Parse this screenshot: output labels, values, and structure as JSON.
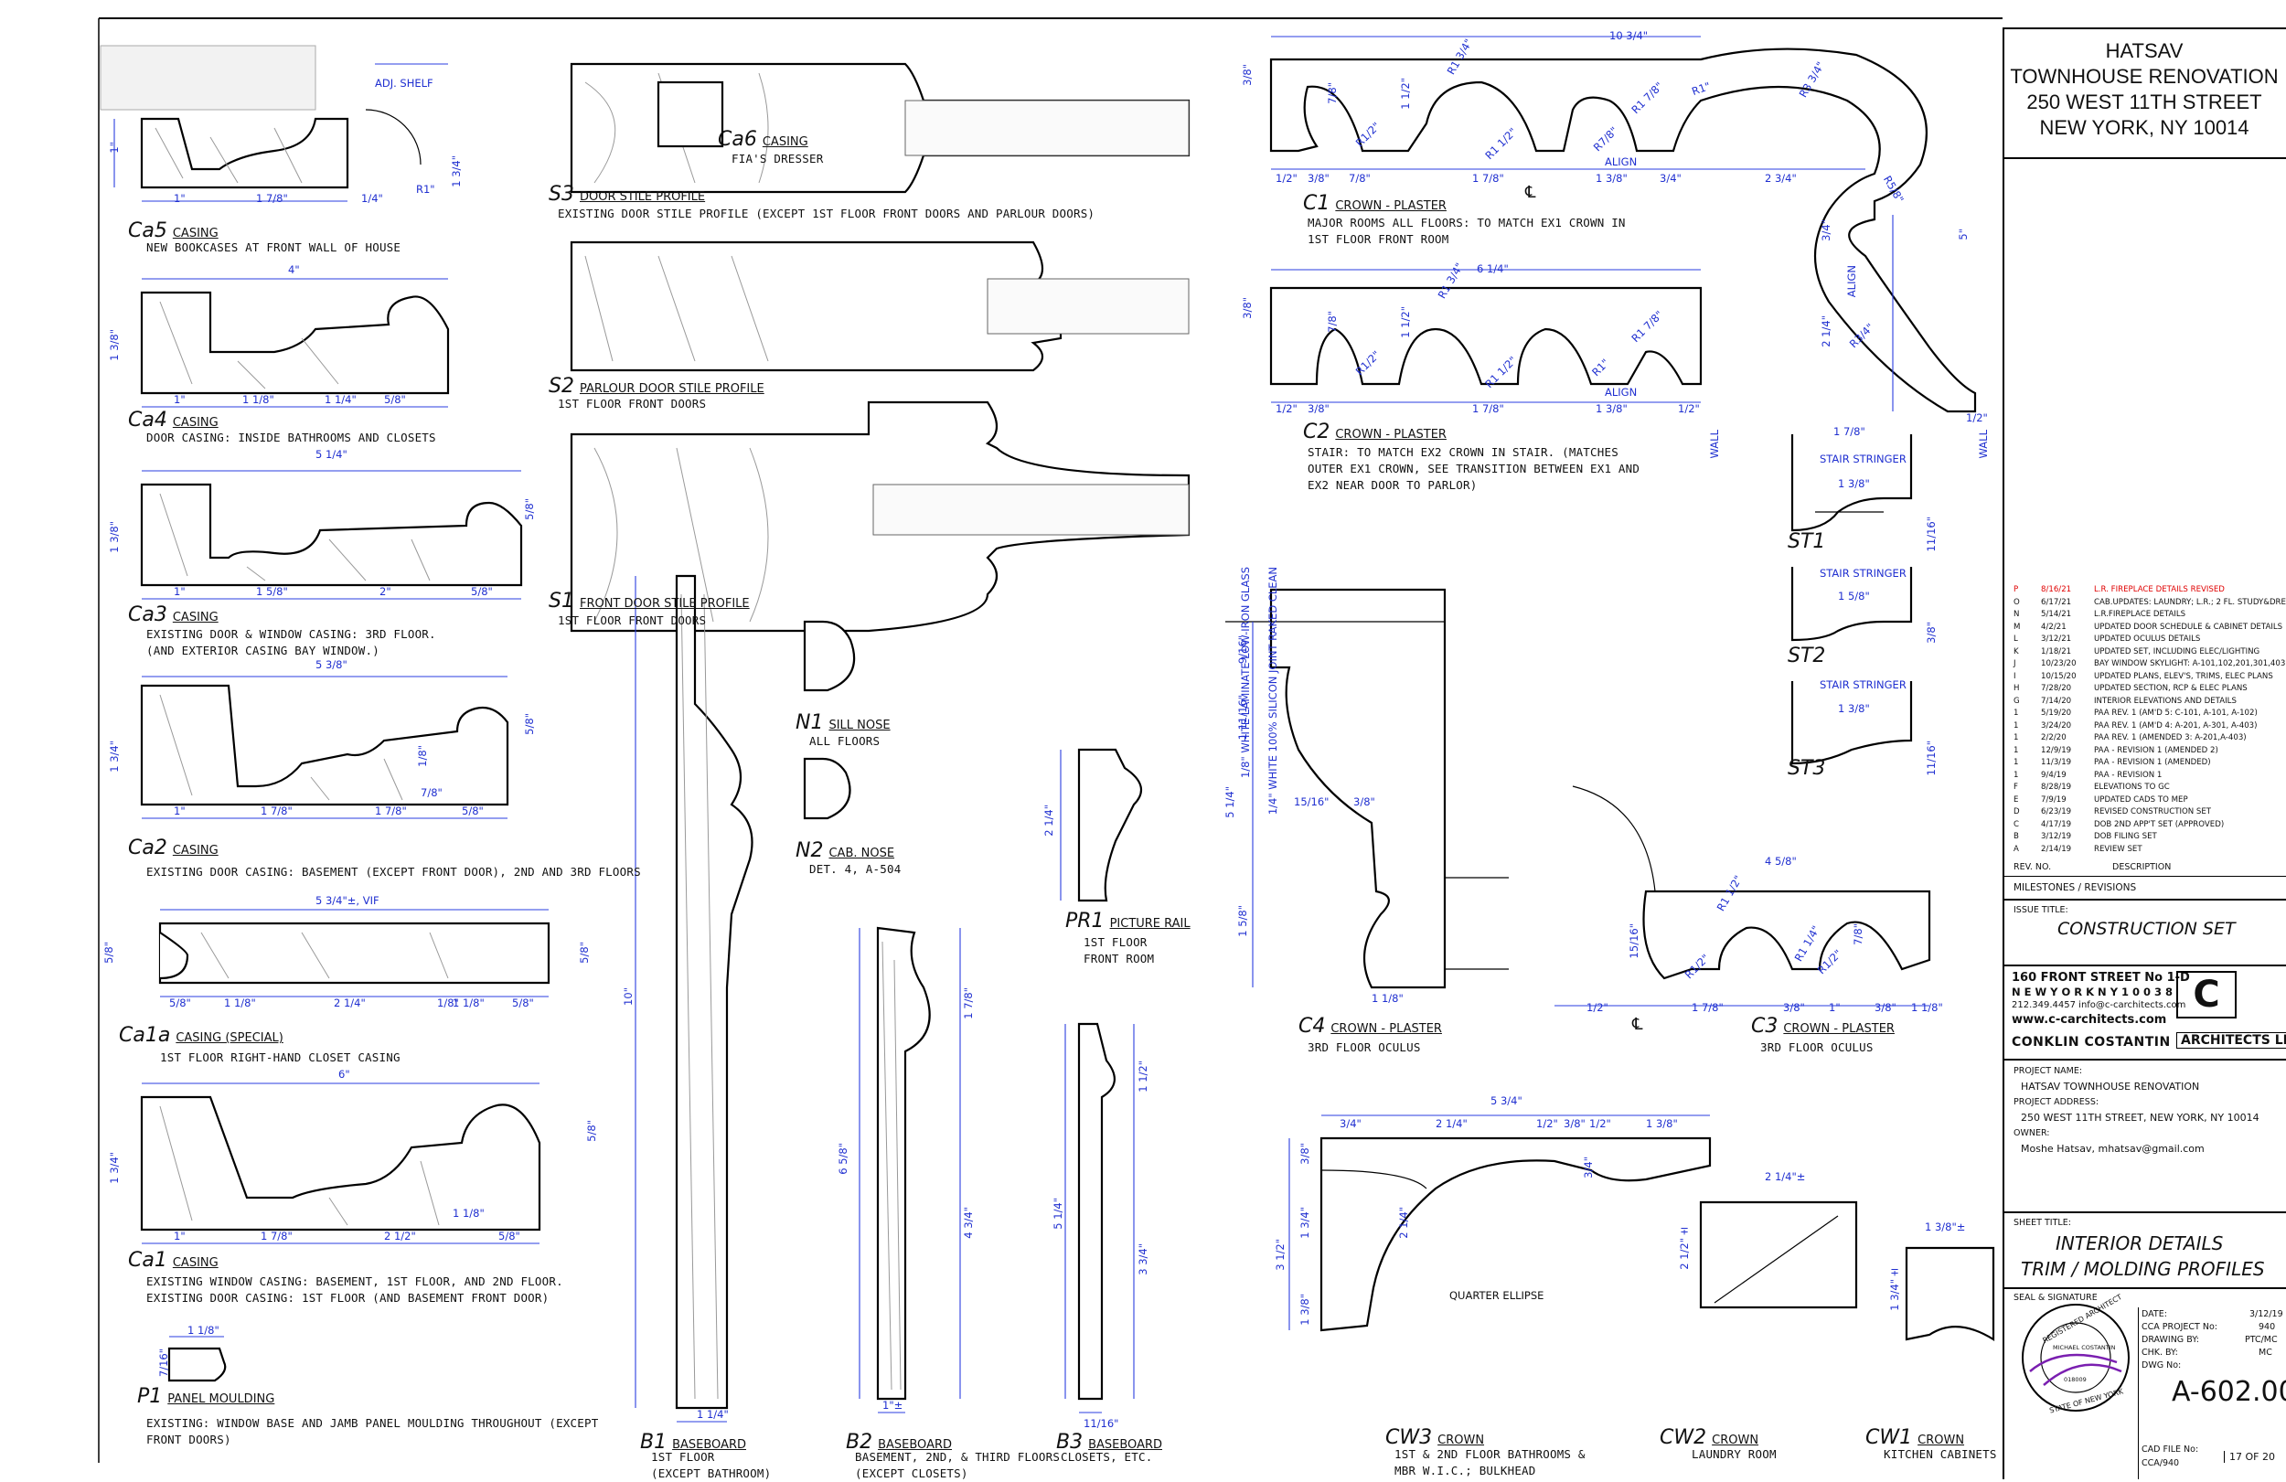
{
  "project": {
    "title_lines": [
      "HATSAV",
      "TOWNHOUSE RENOVATION",
      "250 WEST 11TH STREET",
      "NEW YORK, NY  10014"
    ]
  },
  "profiles": {
    "ca5": {
      "tag": "Ca5",
      "name": "CASING",
      "note": "NEW BOOKCASES AT FRONT WALL OF HOUSE",
      "dims": [
        "1\"",
        "1 7/8\"",
        "1\"",
        "1 3/4\"",
        "1/4\"",
        "R1\"",
        "ADJ. SHELF"
      ]
    },
    "ca4": {
      "tag": "Ca4",
      "name": "CASING",
      "note": "DOOR CASING: INSIDE BATHROOMS AND CLOSETS",
      "dims": [
        "4\"",
        "1 3/8\"",
        "1\"",
        "1 1/8\"",
        "1 1/4\"",
        "5/8\""
      ]
    },
    "ca3": {
      "tag": "Ca3",
      "name": "CASING",
      "note": "EXISTING DOOR & WINDOW CASING: 3RD FLOOR.\n(AND EXTERIOR CASING BAY WINDOW.)",
      "dims": [
        "5 1/4\"",
        "1 3/8\"",
        "1\"",
        "1 5/8\"",
        "2\"",
        "5/8\"",
        "5/8\""
      ]
    },
    "ca2": {
      "tag": "Ca2",
      "name": "CASING",
      "note": "EXISTING DOOR CASING: BASEMENT (EXCEPT FRONT DOOR), 2ND AND 3RD FLOORS",
      "dims": [
        "5 3/8\"",
        "1 3/4\"",
        "1\"",
        "1 7/8\"",
        "1 7/8\"",
        "5/8\"",
        "5/8\"",
        "1/8\"",
        "7/8\""
      ]
    },
    "ca1a": {
      "tag": "Ca1a",
      "name": "CASING (SPECIAL)",
      "note": "1ST FLOOR RIGHT-HAND CLOSET CASING",
      "dims": [
        "5 3/4\"±, VIF",
        "5/8\"",
        "5/8\"",
        "1 1/8\"",
        "2 1/4\"",
        "1/8\"",
        "1 1/8\"",
        "5/8\"",
        "5/8\""
      ]
    },
    "ca1": {
      "tag": "Ca1",
      "name": "CASING",
      "note": "EXISTING WINDOW CASING: BASEMENT, 1ST FLOOR, AND 2ND FLOOR.\nEXISTING DOOR CASING: 1ST FLOOR (AND BASEMENT FRONT DOOR)",
      "dims": [
        "6\"",
        "1 3/4\"",
        "1\"",
        "1 7/8\"",
        "2 1/2\"",
        "5/8\"",
        "5/8\"",
        "1 1/8\""
      ]
    },
    "p1": {
      "tag": "P1",
      "name": "PANEL MOULDING",
      "note": "EXISTING: WINDOW BASE AND JAMB PANEL MOULDING THROUGHOUT (EXCEPT\nFRONT DOORS)",
      "dims": [
        "1 1/8\"",
        "7/16\""
      ]
    },
    "s3": {
      "tag": "S3",
      "name": "DOOR STILE PROFILE",
      "note": "EXISTING DOOR STILE PROFILE (EXCEPT 1ST FLOOR FRONT DOORS AND PARLOUR DOORS)"
    },
    "ca6": {
      "tag": "Ca6",
      "name": "CASING",
      "note": "FIA'S DRESSER"
    },
    "s2": {
      "tag": "S2",
      "name": "PARLOUR DOOR STILE PROFILE",
      "note": "1ST FLOOR FRONT DOORS"
    },
    "s1": {
      "tag": "S1",
      "name": "FRONT DOOR STILE PROFILE",
      "note": "1ST FLOOR FRONT DOORS"
    },
    "n1": {
      "tag": "N1",
      "name": "SILL NOSE",
      "note": "ALL FLOORS"
    },
    "n2": {
      "tag": "N2",
      "name": "CAB. NOSE",
      "note": "DET. 4, A-504"
    },
    "pr1": {
      "tag": "PR1",
      "name": "PICTURE RAIL",
      "note": "1ST FLOOR\nFRONT ROOM",
      "dims": [
        "2 1/4\""
      ]
    },
    "b1": {
      "tag": "B1",
      "name": "BASEBOARD",
      "note": "1ST FLOOR\n(EXCEPT BATHROOM)",
      "dims": [
        "10\"",
        "1 1/4\""
      ]
    },
    "b2": {
      "tag": "B2",
      "name": "BASEBOARD",
      "note": "BASEMENT, 2ND, & THIRD FLOORS\n(EXCEPT CLOSETS)",
      "dims": [
        "6 5/8\"",
        "1 7/8\"",
        "4 3/4\"",
        "1\"±"
      ]
    },
    "b3": {
      "tag": "B3",
      "name": "BASEBOARD",
      "note": "CLOSETS, ETC.",
      "dims": [
        "5 1/4\"",
        "1 1/2\"",
        "3 3/4\"",
        "11/16\""
      ]
    },
    "c1": {
      "tag": "C1",
      "name": "CROWN - PLASTER",
      "note": "MAJOR ROOMS ALL FLOORS: TO MATCH EX1 CROWN IN\n1ST FLOOR FRONT ROOM",
      "dims": [
        "10 3/4\"",
        "3/8\"",
        "7/8\"",
        "1 1/2\"",
        "1/2\"",
        "3/8\"",
        "7/8\"",
        "1 7/8\"",
        "1 3/8\"",
        "3/4\"",
        "2 3/4\"",
        "R1 3/4\"",
        "R1/2\"",
        "R1 7/8\"",
        "R7/8\"",
        "R1\"",
        "R1 1/2\"",
        "ALIGN",
        "R3 3/4\"",
        "R5/8\"",
        "5\"",
        "3/4\"",
        "2 1/4\"",
        "R3/4\"",
        "ALIGN",
        "1/2\"",
        "WALL"
      ]
    },
    "c2": {
      "tag": "C2",
      "name": "CROWN - PLASTER",
      "note": "STAIR: TO MATCH EX2 CROWN IN STAIR. (MATCHES\nOUTER EX1 CROWN, SEE TRANSITION BETWEEN EX1 AND\nEX2 NEAR DOOR TO PARLOR)",
      "dims": [
        "6 1/4\"",
        "3/8\"",
        "7/8\"",
        "1 1/2\"",
        "1/2\"",
        "3/8\"",
        "1 7/8\"",
        "1 3/8\"",
        "1/2\"",
        "R1 3/4\"",
        "R1/2\"",
        "R1 7/8\"",
        "R1\"",
        "R1 1/2\"",
        "ALIGN",
        "WALL"
      ]
    },
    "st1": {
      "tag": "ST1",
      "name": "STAIR STRINGER",
      "dims": [
        "1 7/8\"",
        "1 3/8\"",
        "11/16\""
      ]
    },
    "st2": {
      "tag": "ST2",
      "name": "STAIR STRINGER",
      "dims": [
        "1 5/8\"",
        "3/8\""
      ]
    },
    "st3": {
      "tag": "ST3",
      "name": "STAIR STRINGER",
      "dims": [
        "1 3/8\"",
        "11/16\""
      ]
    },
    "c4": {
      "tag": "C4",
      "name": "CROWN - PLASTER",
      "note": "3RD FLOOR OCULUS",
      "dims": [
        "9/16\"",
        "1 11/16\"",
        "5 1/4\"",
        "15/16\"",
        "3/8\"",
        "1 5/8\"",
        "1 1/8\""
      ]
    },
    "c3": {
      "tag": "C3",
      "name": "CROWN - PLASTER",
      "note": "3RD FLOOR OCULUS",
      "dims": [
        "4 5/8\"",
        "15/16\"",
        "1/2\"",
        "1 7/8\"",
        "3/8\"",
        "1\"",
        "3/8\"",
        "1 1/8\"",
        "R1 1/2\"",
        "R1/2\"",
        "7/8\"",
        "R1 1/4\"",
        "R1/2\""
      ]
    },
    "cw3": {
      "tag": "CW3",
      "name": "CROWN",
      "note": "1ST & 2ND FLOOR BATHROOMS &\nMBR W.I.C.; BULKHEAD",
      "dims": [
        "5 3/4\"",
        "3/4\"",
        "2 1/4\"",
        "1/2\"",
        "3/8\"",
        "1/2\"",
        "1 3/8\"",
        "3/8\"",
        "1 3/4\"",
        "3 1/2\"",
        "1 3/8\"",
        "2 1/4\"",
        "3/4\"",
        "QUARTER ELLIPSE"
      ]
    },
    "cw2": {
      "tag": "CW2",
      "name": "CROWN",
      "note": "LAUNDRY ROOM",
      "dims": [
        "2 1/4\"±",
        "2 1/2\"±"
      ]
    },
    "cw1": {
      "tag": "CW1",
      "name": "CROWN",
      "note": "KITCHEN CABINETS",
      "dims": [
        "1 3/8\"±",
        "1 3/4\"±"
      ]
    }
  },
  "labels_small": {
    "glass": "1/8\" WHITE LAMINATE LOW-IRON GLASS",
    "raked": "1/4\" WHITE 100% SILICON JOINT RAKED CLEAN",
    "center": "℄"
  },
  "revisions": [
    {
      "rev": "P",
      "date": "8/16/21",
      "desc": "L.R. FIREPLACE DETAILS REVISED",
      "color": "#e00000"
    },
    {
      "rev": "O",
      "date": "6/17/21",
      "desc": "CAB.UPDATES: LAUNDRY; L.R.; 2 FL. STUDY&DRESSER"
    },
    {
      "rev": "N",
      "date": "5/14/21",
      "desc": "L.R.FIREPLACE DETAILS"
    },
    {
      "rev": "M",
      "date": "4/2/21",
      "desc": "UPDATED DOOR SCHEDULE & CABINET DETAILS"
    },
    {
      "rev": "L",
      "date": "3/12/21",
      "desc": "UPDATED OCULUS DETAILS"
    },
    {
      "rev": "K",
      "date": "1/18/21",
      "desc": "UPDATED SET, INCLUDING ELEC/LIGHTING"
    },
    {
      "rev": "J",
      "date": "10/23/20",
      "desc": "BAY WINDOW SKYLIGHT: A-101,102,201,301,403"
    },
    {
      "rev": "I",
      "date": "10/15/20",
      "desc": "UPDATED PLANS, ELEV'S, TRIMS, ELEC PLANS"
    },
    {
      "rev": "H",
      "date": "7/28/20",
      "desc": "UPDATED SECTION, RCP & ELEC PLANS"
    },
    {
      "rev": "G",
      "date": "7/14/20",
      "desc": "INTERIOR ELEVATIONS AND DETAILS"
    },
    {
      "rev": "1",
      "date": "5/19/20",
      "desc": "PAA REV. 1 (AM'D 5: C-101, A-101, A-102)"
    },
    {
      "rev": "1",
      "date": "3/24/20",
      "desc": "PAA REV. 1 (AM'D 4: A-201, A-301, A-403)"
    },
    {
      "rev": "1",
      "date": "2/2/20",
      "desc": "PAA REV. 1 (AMENDED 3: A-201,A-403)"
    },
    {
      "rev": "1",
      "date": "12/9/19",
      "desc": "PAA - REVISION 1 (AMENDED 2)"
    },
    {
      "rev": "1",
      "date": "11/3/19",
      "desc": "PAA - REVISION 1 (AMENDED)"
    },
    {
      "rev": "1",
      "date": "9/4/19",
      "desc": "PAA - REVISION 1"
    },
    {
      "rev": "F",
      "date": "8/28/19",
      "desc": "ELEVATIONS TO GC"
    },
    {
      "rev": "E",
      "date": "7/9/19",
      "desc": "UPDATED CADS TO MEP"
    },
    {
      "rev": "D",
      "date": "6/23/19",
      "desc": "REVISED CONSTRUCTION SET"
    },
    {
      "rev": "C",
      "date": "4/17/19",
      "desc": "DOB 2ND APP'T SET (APPROVED)"
    },
    {
      "rev": "B",
      "date": "3/12/19",
      "desc": "DOB FILING SET"
    },
    {
      "rev": "A",
      "date": "2/14/19",
      "desc": "REVIEW SET"
    }
  ],
  "rev_header": {
    "no": "REV. NO.",
    "desc": "DESCRIPTION",
    "milestones": "MILESTONES / REVISIONS"
  },
  "issue": {
    "label": "ISSUE TITLE:",
    "value": "CONSTRUCTION SET"
  },
  "firm": {
    "address1": "160 FRONT STREET  No 1-D",
    "address2": "N E W  Y O R K  N Y  1 0 0 3 8",
    "contact": "212.349.4457  info@c-carchitects.com",
    "web": "www.c-carchitects.com",
    "name": "CONKLIN COSTANTIN",
    "name2": "ARCHITECTS LLP"
  },
  "project_info": {
    "name_label": "PROJECT NAME:",
    "name": "HATSAV TOWNHOUSE RENOVATION",
    "address_label": "PROJECT ADDRESS:",
    "address": "250 WEST 11TH STREET, NEW YORK, NY  10014",
    "owner_label": "OWNER:",
    "owner": "Moshe Hatsav, mhatsav@gmail.com"
  },
  "sheet": {
    "title_label": "SHEET TITLE:",
    "title_line1": "INTERIOR DETAILS",
    "title_line2": "TRIM / MOLDING PROFILES",
    "seal_label": "SEAL & SIGNATURE",
    "date_label": "DATE:",
    "date": "3/12/19",
    "project_no_label": "CCA PROJECT No:",
    "project_no": "940",
    "drawn_label": "DRAWING BY:",
    "drawn": "PTC/MC",
    "chk_label": "CHK. BY:",
    "chk": "MC",
    "dwg_label": "DWG No:",
    "dwg": "A-602.00",
    "cad_label": "CAD FILE No:",
    "cad": "CCA/940",
    "page": "17 OF 20"
  },
  "seal": {
    "text_top": "REGISTERED ARCHITECT",
    "text_bottom": "STATE OF NEW YORK",
    "name": "MICHAEL COSTANTIN",
    "number": "018009"
  }
}
